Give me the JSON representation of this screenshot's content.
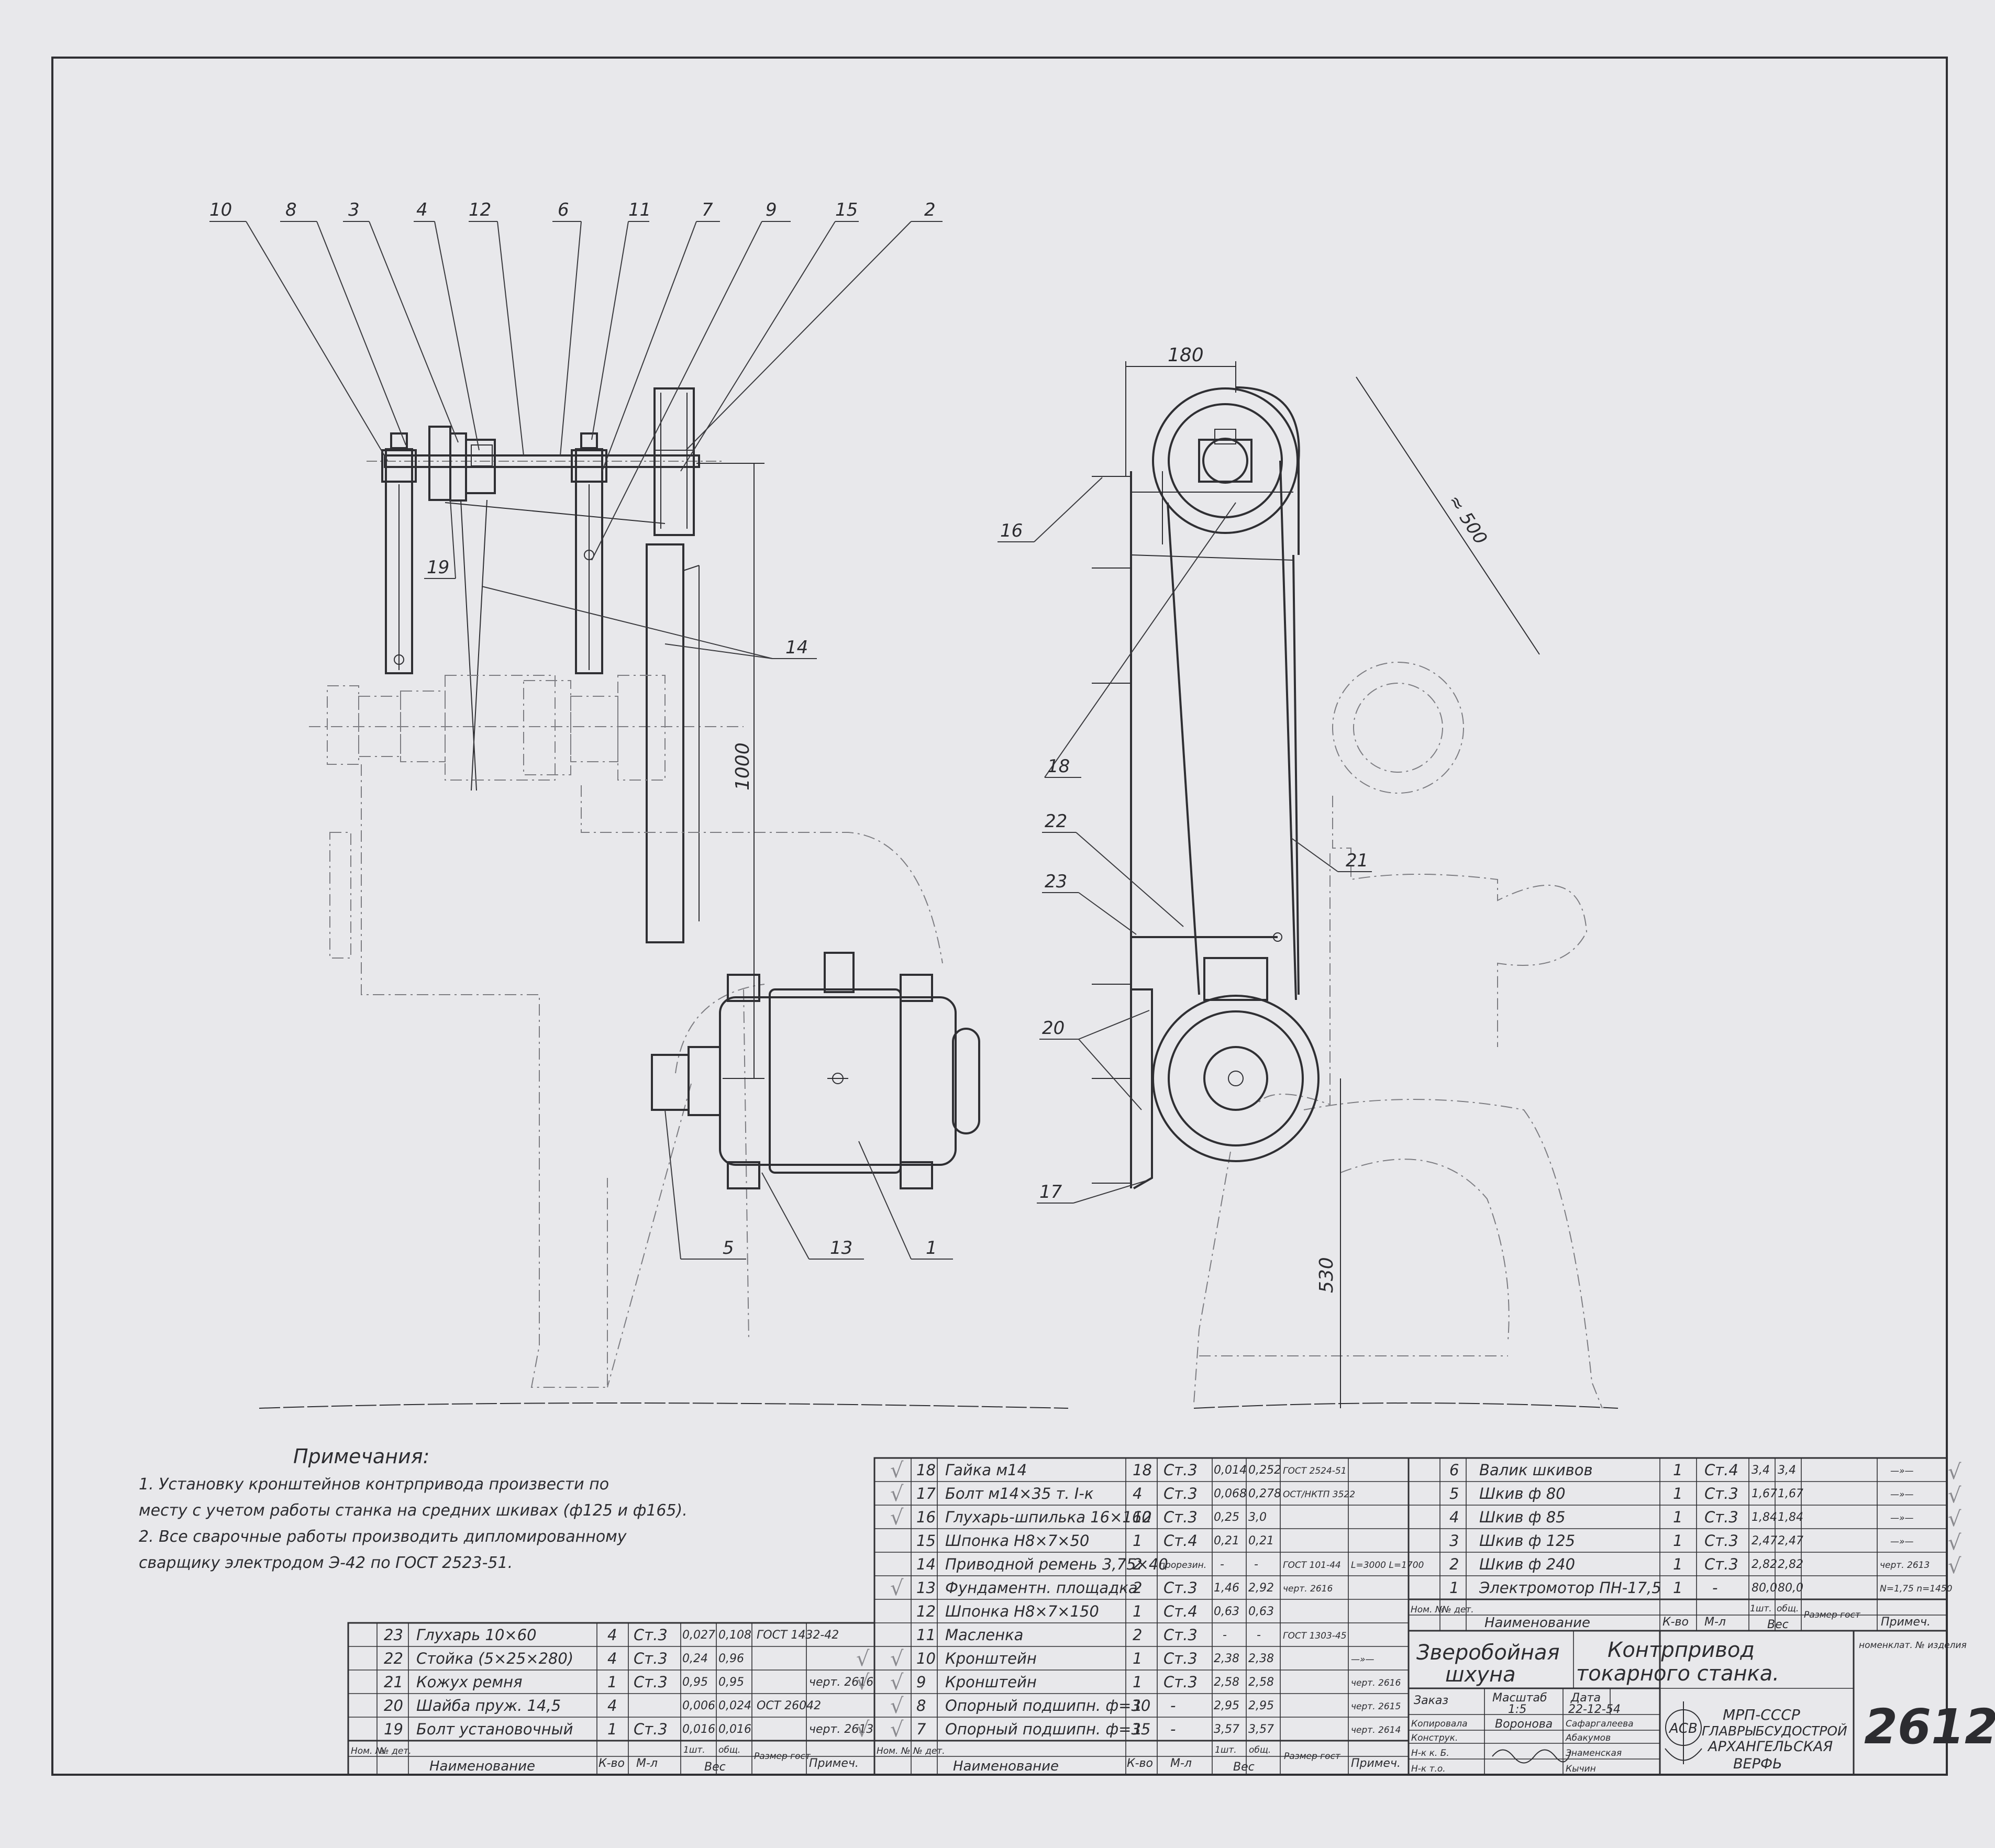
{
  "drawing_number": "2612",
  "title": {
    "object_line1": "Зверобойная",
    "object_line2": "шхуна",
    "product_line1": "Контрпривод",
    "product_line2": "токарного станка."
  },
  "stamp": {
    "order_label": "Заказ",
    "scale_label": "Масштаб",
    "scale_value": "1:5",
    "date_label": "Дата",
    "date_value": "22-12-54",
    "roles": [
      "Копировала",
      "Конструк.",
      "Н-к к. Б.",
      "Н-к т.о."
    ],
    "names": [
      "Сафаргалеева",
      "Абакумов",
      "Знаменская",
      "Кычин"
    ],
    "signature": "Воронова",
    "org_line1": "МРП-СССР",
    "org_line2": "ГЛАВРЫБСУДОСТРОЙ",
    "org_line3": "АРХАНГЕЛЬСКАЯ",
    "org_line4": "ВЕРФЬ",
    "logo_text": "АСВ"
  },
  "notes": {
    "heading": "Примечания:",
    "lines": [
      "1. Установку кронштейнов контрпривода произвести по",
      "месту с учетом работы станка на средних шкивах (ф125 и ф165).",
      "2. Все сварочные работы производить дипломированному",
      "сварщику электродом Э-42 по ГОСТ 2523-51."
    ]
  },
  "dimensions": {
    "d180": "180",
    "d500": "≈ 500",
    "d1000": "1000",
    "d530": "530"
  },
  "callouts_left": [
    "10",
    "8",
    "3",
    "4",
    "12",
    "6",
    "11",
    "7",
    "9",
    "15",
    "2",
    "14",
    "19",
    "5",
    "13",
    "1"
  ],
  "callouts_right": [
    "16",
    "18",
    "22",
    "23",
    "21",
    "20",
    "17"
  ],
  "headers": {
    "pos": "Ном. №",
    "det": "№ дет.",
    "name": "Наименование",
    "qty": "К-во",
    "mat": "М-л",
    "w1": "1шт.",
    "w2": "общ.",
    "weight": "Вес",
    "size": "Размер гост",
    "note": "Примеч.",
    "nomencl": "номенклат. № изделия"
  },
  "bom_left": [
    {
      "no": "23",
      "name": "Глухарь 10×60",
      "qty": "4",
      "mat": "Ст.3",
      "w1": "0,027",
      "w2": "0,108",
      "gost": "ГОСТ 1432-42",
      "note": ""
    },
    {
      "no": "22",
      "name": "Стойка (5×25×280)",
      "qty": "4",
      "mat": "Ст.3",
      "w1": "0,24",
      "w2": "0,96",
      "gost": "",
      "note": ""
    },
    {
      "no": "21",
      "name": "Кожух ремня",
      "qty": "1",
      "mat": "Ст.3",
      "w1": "0,95",
      "w2": "0,95",
      "gost": "",
      "note": "черт. 2616"
    },
    {
      "no": "20",
      "name": "Шайба пруж. 14,5",
      "qty": "4",
      "mat": "",
      "w1": "0,006",
      "w2": "0,024",
      "gost": "ОСТ 26042",
      "note": ""
    },
    {
      "no": "19",
      "name": "Болт установочный",
      "qty": "1",
      "mat": "Ст.3",
      "w1": "0,016",
      "w2": "0,016",
      "gost": "",
      "note": "черт. 2613"
    }
  ],
  "bom_mid": [
    {
      "no": "18",
      "name": "Гайка м14",
      "qty": "18",
      "mat": "Ст.3",
      "w1": "0,014",
      "w2": "0,252",
      "gost": "ГОСТ 2524-51",
      "note": ""
    },
    {
      "no": "17",
      "name": "Болт м14×35 т. I-к",
      "qty": "4",
      "mat": "Ст.3",
      "w1": "0,068",
      "w2": "0,278",
      "gost": "ОСТ/НКТП 3522",
      "note": ""
    },
    {
      "no": "16",
      "name": "Глухарь-шпилька 16×160",
      "qty": "12",
      "mat": "Ст.3",
      "w1": "0,25",
      "w2": "3,0",
      "gost": "",
      "note": ""
    },
    {
      "no": "15",
      "name": "Шпонка Н8×7×50",
      "qty": "1",
      "mat": "Ст.4",
      "w1": "0,21",
      "w2": "0,21",
      "gost": "",
      "note": ""
    },
    {
      "no": "14",
      "name": "Приводной ремень 3,75×40",
      "qty": "2",
      "mat": "прорезин.",
      "w1": "-",
      "w2": "-",
      "gost": "ГОСТ 101-44",
      "note": "L=3000 L=1700"
    },
    {
      "no": "13",
      "name": "Фундаментн. площадка",
      "qty": "2",
      "mat": "Ст.3",
      "w1": "1,46",
      "w2": "2,92",
      "gost": "",
      "note": "черт. 2616"
    },
    {
      "no": "12",
      "name": "Шпонка Н8×7×150",
      "qty": "1",
      "mat": "Ст.4",
      "w1": "0,63",
      "w2": "0,63",
      "gost": "",
      "note": ""
    },
    {
      "no": "11",
      "name": "Масленка",
      "qty": "2",
      "mat": "Ст.3",
      "w1": "-",
      "w2": "-",
      "gost": "ГОСТ 1303-45",
      "note": ""
    },
    {
      "no": "10",
      "name": "Кронштейн",
      "qty": "1",
      "mat": "Ст.3",
      "w1": "2,38",
      "w2": "2,38",
      "gost": "",
      "note": "—»—"
    },
    {
      "no": "9",
      "name": "Кронштейн",
      "qty": "1",
      "mat": "Ст.3",
      "w1": "2,58",
      "w2": "2,58",
      "gost": "",
      "note": "черт. 2616"
    },
    {
      "no": "8",
      "name": "Опорный подшипн. ф=30",
      "qty": "1",
      "mat": "-",
      "w1": "2,95",
      "w2": "2,95",
      "gost": "",
      "note": "черт. 2615"
    },
    {
      "no": "7",
      "name": "Опорный подшипн. ф=35",
      "qty": "1",
      "mat": "-",
      "w1": "3,57",
      "w2": "3,57",
      "gost": "",
      "note": "черт. 2614"
    }
  ],
  "bom_right": [
    {
      "no": "6",
      "name": "Валик шкивов",
      "qty": "1",
      "mat": "Ст.4",
      "w1": "3,4",
      "w2": "3,4",
      "gost": "",
      "note": "—»—"
    },
    {
      "no": "5",
      "name": "Шкив ф 80",
      "qty": "1",
      "mat": "Ст.3",
      "w1": "1,67",
      "w2": "1,67",
      "gost": "",
      "note": "—»—"
    },
    {
      "no": "4",
      "name": "Шкив ф 85",
      "qty": "1",
      "mat": "Ст.3",
      "w1": "1,84",
      "w2": "1,84",
      "gost": "",
      "note": "—»—"
    },
    {
      "no": "3",
      "name": "Шкив ф 125",
      "qty": "1",
      "mat": "Ст.3",
      "w1": "2,47",
      "w2": "2,47",
      "gost": "",
      "note": "—»—"
    },
    {
      "no": "2",
      "name": "Шкив ф 240",
      "qty": "1",
      "mat": "Ст.3",
      "w1": "2,82",
      "w2": "2,82",
      "gost": "",
      "note": "черт. 2613"
    },
    {
      "no": "1",
      "name": "Электромотор ПН-17,5",
      "qty": "1",
      "mat": "-",
      "w1": "80,0",
      "w2": "80,0",
      "gost": "",
      "note": "N=1,75 n=1450"
    }
  ],
  "checkmark": "√"
}
